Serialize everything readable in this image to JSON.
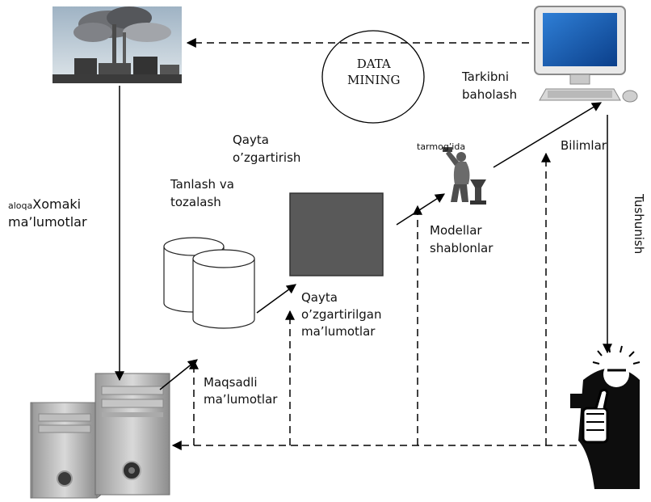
{
  "title": {
    "line1": "DATA",
    "line2": "MINING"
  },
  "labels": {
    "raw_data": {
      "prefix": "aloqa",
      "line1": "Xomaki",
      "line2": "ma’lumotlar"
    },
    "selection": {
      "line1": "Tanlash va",
      "line2": "tozalash"
    },
    "transform": {
      "line1": "Qayta",
      "line2": "o’zgartirish"
    },
    "transformed_data": {
      "line1": "Qayta",
      "line2": "o’zgartirilgan",
      "line3": "ma’lumotlar"
    },
    "target_data": {
      "line1": "Maqsadli",
      "line2": "ma’lumotlar"
    },
    "network": "tarmog’ida",
    "patterns": {
      "line1": "Modellar",
      "line2": "shablonlar"
    },
    "evaluation": {
      "line1": "Tarkibni",
      "line2": "baholash"
    },
    "knowledge": "Bilimlar",
    "understanding": "Tushunish"
  },
  "colors": {
    "box": "#595959",
    "line": "#000000"
  },
  "icons": [
    "factory-icon",
    "computer-icon",
    "database-icon",
    "server-icon",
    "blacksmith-icon",
    "thumbs-up-person-icon"
  ]
}
